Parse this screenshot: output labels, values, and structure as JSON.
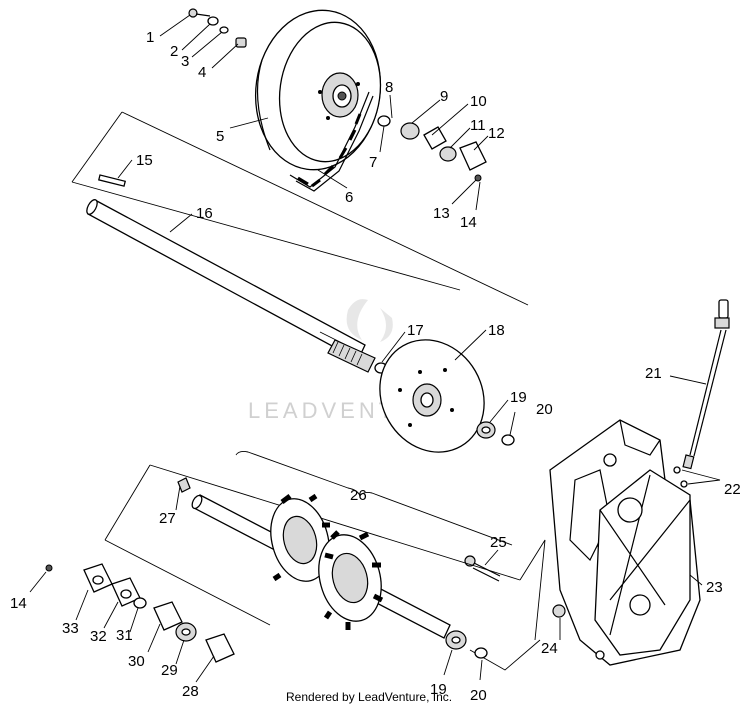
{
  "watermark": {
    "text": "LEADVENTURE"
  },
  "footer": {
    "text": "Rendered by LeadVenture, Inc."
  },
  "callouts": [
    "1",
    "2",
    "3",
    "4",
    "5",
    "6",
    "7",
    "8",
    "9",
    "10",
    "11",
    "12",
    "13",
    "14",
    "15",
    "16",
    "17",
    "18",
    "19",
    "20",
    "21",
    "22",
    "23",
    "24",
    "25",
    "26",
    "27",
    "14",
    "33",
    "32",
    "31",
    "30",
    "29",
    "28",
    "19",
    "20"
  ]
}
